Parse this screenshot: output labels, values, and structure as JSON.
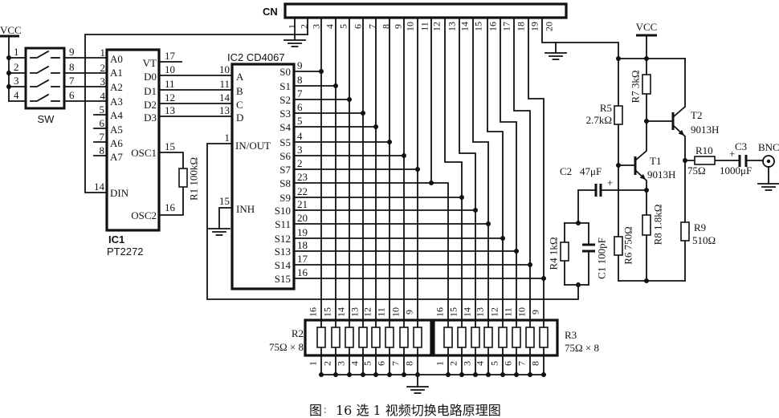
{
  "caption": {
    "figure": "图",
    "mark": ":",
    "text": "16 选 1 视频切换电路原理图"
  },
  "vcc_left": {
    "label": "VCC"
  },
  "switch": {
    "ref": "SW",
    "input_pins": [
      "1",
      "2",
      "3",
      "4"
    ],
    "output_pins": [
      "9",
      "8",
      "7",
      "6"
    ]
  },
  "ic1": {
    "ref": "IC1",
    "part": "PT2272",
    "address_pins": [
      {
        "num": "1",
        "name": "A0"
      },
      {
        "num": "2",
        "name": "A1"
      },
      {
        "num": "3",
        "name": "A2"
      },
      {
        "num": "4",
        "name": "A3"
      },
      {
        "num": "5",
        "name": "A4"
      },
      {
        "num": "6",
        "name": "A5"
      },
      {
        "num": "7",
        "name": "A6"
      },
      {
        "num": "8",
        "name": "A7"
      }
    ],
    "din": {
      "num": "14",
      "name": "DIN"
    },
    "vt": {
      "num": "17",
      "name": "VT"
    },
    "data_pins": [
      {
        "num": "10",
        "name": "D0"
      },
      {
        "num": "11",
        "name": "D1"
      },
      {
        "num": "12",
        "name": "D2"
      },
      {
        "num": "13",
        "name": "D3"
      }
    ],
    "osc1": {
      "num": "15",
      "name": "OSC1"
    },
    "osc2": {
      "num": "16",
      "name": "OSC2"
    }
  },
  "r1": {
    "ref": "R1",
    "value": "100kΩ"
  },
  "ic2": {
    "ref": "IC2",
    "part": "CD4067",
    "select_pins": [
      {
        "num": "10",
        "name": "A"
      },
      {
        "num": "11",
        "name": "B"
      },
      {
        "num": "14",
        "name": "C"
      },
      {
        "num": "13",
        "name": "D"
      }
    ],
    "common": {
      "num": "1",
      "name": "IN/OUT"
    },
    "inhibit": {
      "num": "15",
      "name": "INH"
    },
    "channels": [
      {
        "name": "S0",
        "num": "9"
      },
      {
        "name": "S1",
        "num": "8"
      },
      {
        "name": "S2",
        "num": "7"
      },
      {
        "name": "S3",
        "num": "6"
      },
      {
        "name": "S4",
        "num": "5"
      },
      {
        "name": "S5",
        "num": "4"
      },
      {
        "name": "S6",
        "num": "3"
      },
      {
        "name": "S7",
        "num": "2"
      },
      {
        "name": "S8",
        "num": "23"
      },
      {
        "name": "S9",
        "num": "22"
      },
      {
        "name": "S10",
        "num": "21"
      },
      {
        "name": "S11",
        "num": "20"
      },
      {
        "name": "S12",
        "num": "19"
      },
      {
        "name": "S13",
        "num": "18"
      },
      {
        "name": "S14",
        "num": "17"
      },
      {
        "name": "S15",
        "num": "16"
      }
    ]
  },
  "connector": {
    "ref": "CN",
    "pins": [
      "1",
      "2",
      "3",
      "4",
      "5",
      "6",
      "7",
      "8",
      "9",
      "10",
      "11",
      "12",
      "13",
      "14",
      "15",
      "16",
      "17",
      "18",
      "19",
      "20"
    ]
  },
  "r2": {
    "ref": "R2",
    "value": "75Ω × 8",
    "top_pins": [
      "16",
      "15",
      "14",
      "13",
      "12",
      "11",
      "10",
      "9"
    ],
    "bottom_pins": [
      "1",
      "2",
      "3",
      "4",
      "5",
      "6",
      "7",
      "8"
    ]
  },
  "r3": {
    "ref": "R3",
    "value": "75Ω × 8",
    "top_pins": [
      "16",
      "15",
      "14",
      "13",
      "12",
      "11",
      "10",
      "9"
    ],
    "bottom_pins": [
      "1",
      "2",
      "3",
      "4",
      "5",
      "6",
      "7",
      "8"
    ]
  },
  "output_stage": {
    "vcc": "VCC",
    "r4": {
      "ref": "R4",
      "value": "1kΩ"
    },
    "c1": {
      "ref": "C1",
      "value": "100pF"
    },
    "c2": {
      "ref": "C2",
      "value": "47μF",
      "polarity": "+"
    },
    "r5": {
      "ref": "R5",
      "value": "2.7kΩ"
    },
    "r6": {
      "ref": "R6",
      "value": "750Ω"
    },
    "r7": {
      "ref": "R7",
      "value": "3kΩ"
    },
    "r8": {
      "ref": "R8",
      "value": "1.8kΩ"
    },
    "r9": {
      "ref": "R9",
      "value": "510Ω"
    },
    "r10": {
      "ref": "R10",
      "value": "75Ω"
    },
    "c3": {
      "ref": "C3",
      "value": "1000μF",
      "polarity": "+"
    },
    "t1": {
      "ref": "T1",
      "part": "9013H"
    },
    "t2": {
      "ref": "T2",
      "part": "9013H"
    },
    "bnc": {
      "label": "BNC"
    }
  }
}
